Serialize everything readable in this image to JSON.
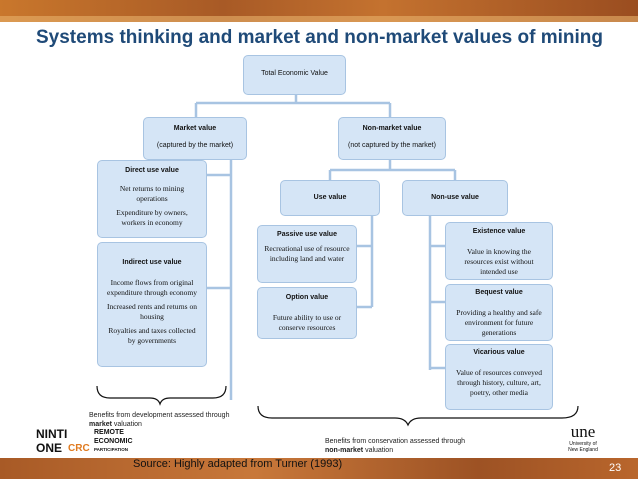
{
  "title": "Systems thinking and market and non-market values of mining",
  "nodes": {
    "total": "Total Economic Value",
    "market": {
      "title": "Market value",
      "sub": "(captured by the market)"
    },
    "nonmarket": {
      "title": "Non-market value",
      "sub": "(not captured by the market)"
    },
    "direct": {
      "title": "Direct use value",
      "lines": [
        "Net returns to mining operations",
        "Expenditure by owners, workers in economy"
      ]
    },
    "indirect": {
      "title": "Indirect use value",
      "lines": [
        "Income flows from original expenditure through economy",
        "Increased rents and returns on housing",
        "Royalties and taxes collected by governments"
      ]
    },
    "use": "Use value",
    "nonuse": "Non-use value",
    "passive": {
      "title": "Passive use value",
      "text": "Recreational use of resource including land and water"
    },
    "option": {
      "title": "Option value",
      "text": "Future ability to use or conserve resources"
    },
    "existence": {
      "title": "Existence value",
      "text": "Value in knowing the resources exist without intended use"
    },
    "bequest": {
      "title": "Bequest value",
      "text": "Providing a healthy and safe environment for future generations"
    },
    "vicarious": {
      "title": "Vicarious value",
      "text": "Value of resources conveyed through history, culture, art, poetry, other media"
    }
  },
  "notes": {
    "market_note": {
      "line1": "Benefits from development assessed through",
      "bold": "market",
      "line2_rest": " valuation"
    },
    "nonmarket_note": {
      "line1": "Benefits from conservation assessed through",
      "bold": "non-market",
      "line2_rest": " valuation"
    }
  },
  "source": "Source: Highly adapted from Turner (1993)",
  "page_number": "23",
  "logos": {
    "ninti": {
      "line1": "NINTI",
      "line2": "ONE",
      "crc": "CRC",
      "r1": "REMOTE",
      "r2": "ECONOMIC",
      "r3": "PARTICIPATION"
    },
    "une": {
      "mark": "une",
      "line1": "University of",
      "line2": "New England"
    }
  },
  "colors": {
    "title": "#1f4a78",
    "box_fill": "#d5e5f6",
    "box_border": "#a8c4e2",
    "connector": "#a8c4e2"
  }
}
